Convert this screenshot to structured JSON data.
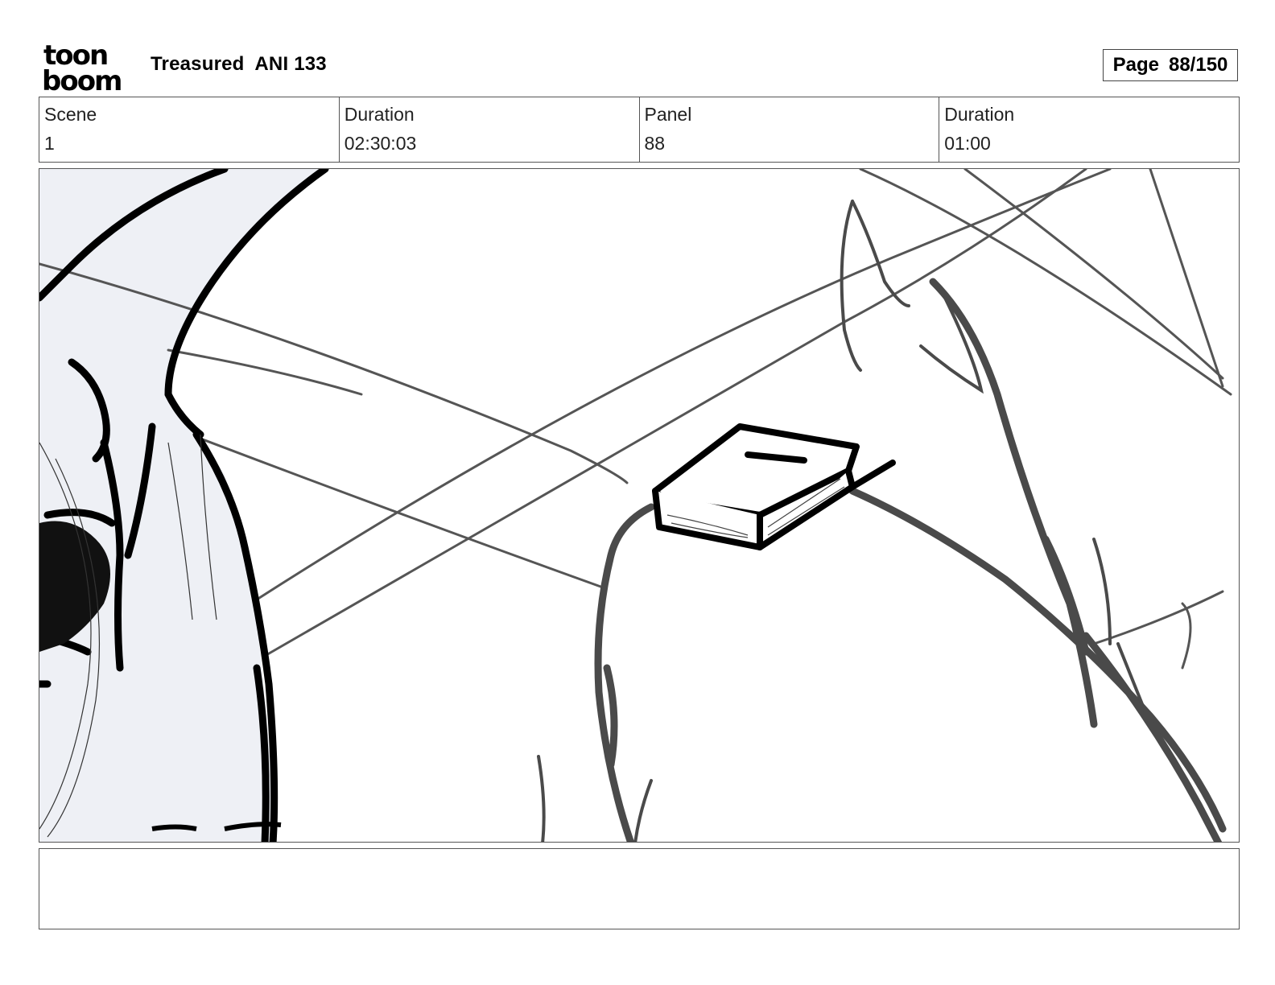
{
  "header": {
    "logo_top": "toon",
    "logo_bottom": "boom",
    "project": "Treasured",
    "episode": "ANI 133",
    "page_label": "Page",
    "page_value": "88/150"
  },
  "info": {
    "scene_label": "Scene",
    "scene_value": "1",
    "scene_duration_label": "Duration",
    "scene_duration_value": "02:30:03",
    "panel_label": "Panel",
    "panel_value": "88",
    "panel_duration_label": "Duration",
    "panel_duration_value": "01:00"
  },
  "panel_image": {
    "description_icon": "storyboard-sketch-book-on-table"
  },
  "notes": {
    "text": ""
  }
}
